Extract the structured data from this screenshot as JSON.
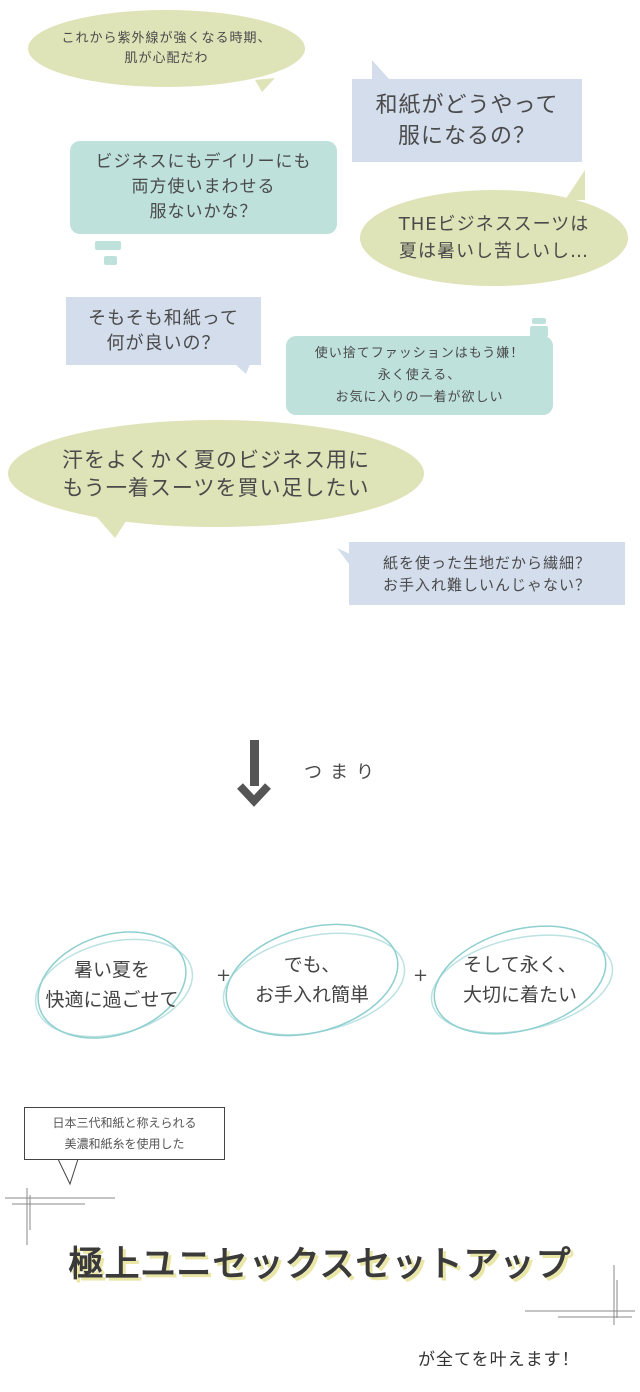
{
  "bubbles": [
    {
      "lines": [
        "これから紫外線が強くなる時期、",
        "肌が心配だわ"
      ]
    },
    {
      "lines": [
        "和紙がどうやって",
        "服になるの？"
      ]
    },
    {
      "lines": [
        "ビジネスにもデイリーにも",
        "両方使いまわせる",
        "服ないかな？"
      ]
    },
    {
      "lines": [
        "THEビジネススーツは",
        "夏は暑いし苦しいし…"
      ]
    },
    {
      "lines": [
        "そもそも和紙って",
        "何が良いの？"
      ]
    },
    {
      "lines": [
        "使い捨てファッションはもう嫌！",
        "永く使える、",
        "お気に入りの一着が欲しい"
      ]
    },
    {
      "lines": [
        "汗をよくかく夏のビジネス用に",
        "もう一着スーツを買い足したい"
      ]
    },
    {
      "lines": [
        "紙を使った生地だから繊細？",
        "お手入れ難しいんじゃない？"
      ]
    }
  ],
  "transition": {
    "label": "つまり",
    "icon": "arrow-down-icon"
  },
  "benefits": [
    {
      "lines": [
        "暑い夏を",
        "快適に過ごせて"
      ]
    },
    {
      "lines": [
        "でも、",
        "お手入れ簡単"
      ]
    },
    {
      "lines": [
        "そして永く、",
        "大切に着たい"
      ]
    }
  ],
  "plus": "+",
  "callout": {
    "lines": [
      "日本三代和紙と称えられる",
      "美濃和紙糸を使用した"
    ]
  },
  "headline": "極上ユニセックスセットアップ",
  "tagline": "が全てを叶えます！",
  "colors": {
    "green": "#dfe3b8",
    "blue": "#d3ddec",
    "teal": "#bfe1dc",
    "ring": "#8fcfcf",
    "shadow": "#e9e6a6"
  }
}
